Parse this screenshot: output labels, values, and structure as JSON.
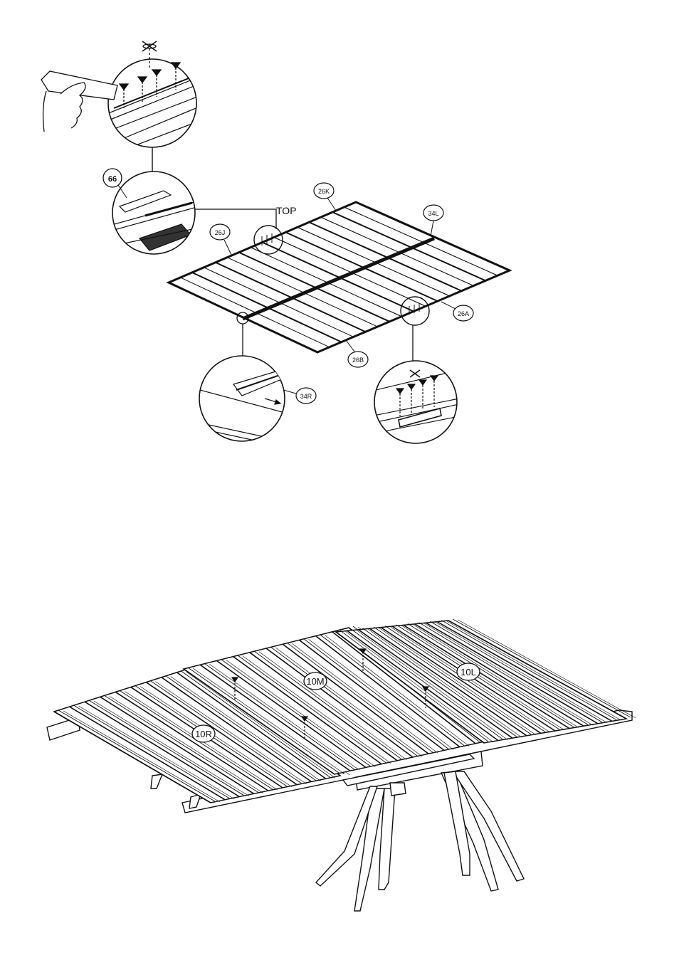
{
  "top_figure": {
    "top_text": "TOP",
    "callouts": {
      "c66": "66",
      "c26K": "26K",
      "c34L": "34L",
      "c26J": "26J",
      "c26A": "26A",
      "c26B": "26B",
      "c34R": "34R"
    }
  },
  "bottom_figure": {
    "callouts": {
      "c10M": "10M",
      "c10L": "10L",
      "c10R": "10R"
    }
  },
  "colors": {
    "line": "#111111",
    "paper": "#ffffff"
  }
}
